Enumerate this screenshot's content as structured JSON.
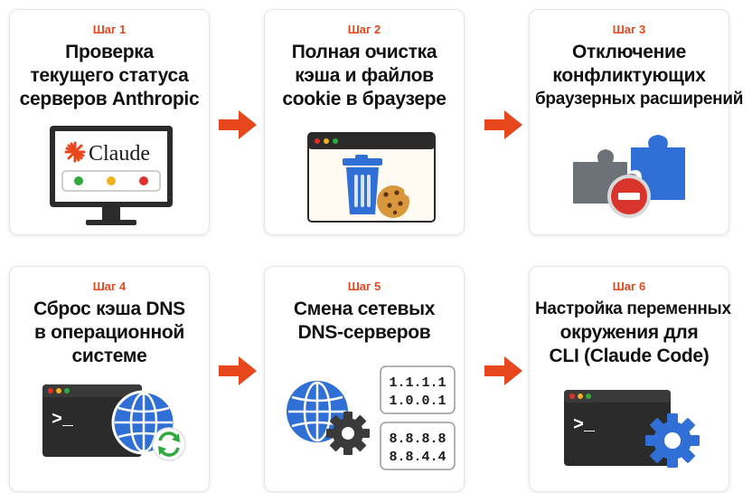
{
  "colors": {
    "accent": "#e8461c",
    "blue": "#2f6fd6",
    "gray": "#6d7278",
    "red": "#d9342b",
    "dark": "#2b2b2b"
  },
  "steps": [
    {
      "label": "Шаг 1",
      "title": [
        "Проверка",
        "текущего статуса",
        "серверов Anthropic"
      ],
      "illustration": {
        "icon": "monitor-icon",
        "brand": "Claude",
        "status_dots": [
          "#2eaa3f",
          "#f2b01e",
          "#e2312b"
        ]
      }
    },
    {
      "label": "Шаг 2",
      "title": [
        "Полная очистка",
        "кэша и файлов",
        "cookie в браузере"
      ],
      "illustration": {
        "icon": "browser-trash-cookie-icon"
      }
    },
    {
      "label": "Шаг 3",
      "title": [
        "Отключение",
        "конфликтующих",
        "браузерных расширений"
      ],
      "illustration": {
        "icon": "puzzle-disabled-icon"
      }
    },
    {
      "label": "Шаг 4",
      "title": [
        "Сброс кэша DNS",
        "в операционной",
        "системе"
      ],
      "illustration": {
        "icon": "terminal-globe-refresh-icon",
        "prompt": ">_"
      }
    },
    {
      "label": "Шаг 5",
      "title": [
        "Смена сетевых",
        "DNS-серверов"
      ],
      "illustration": {
        "icon": "globe-gear-icon",
        "dns_groups": [
          [
            "1.1.1.1",
            "1.0.0.1"
          ],
          [
            "8.8.8.8",
            "8.8.4.4"
          ]
        ]
      }
    },
    {
      "label": "Шаг 6",
      "title": [
        "Настройка переменных",
        "окружения для",
        "CLI (Claude Code)"
      ],
      "illustration": {
        "icon": "terminal-gear-icon",
        "prompt": ">_"
      }
    }
  ]
}
